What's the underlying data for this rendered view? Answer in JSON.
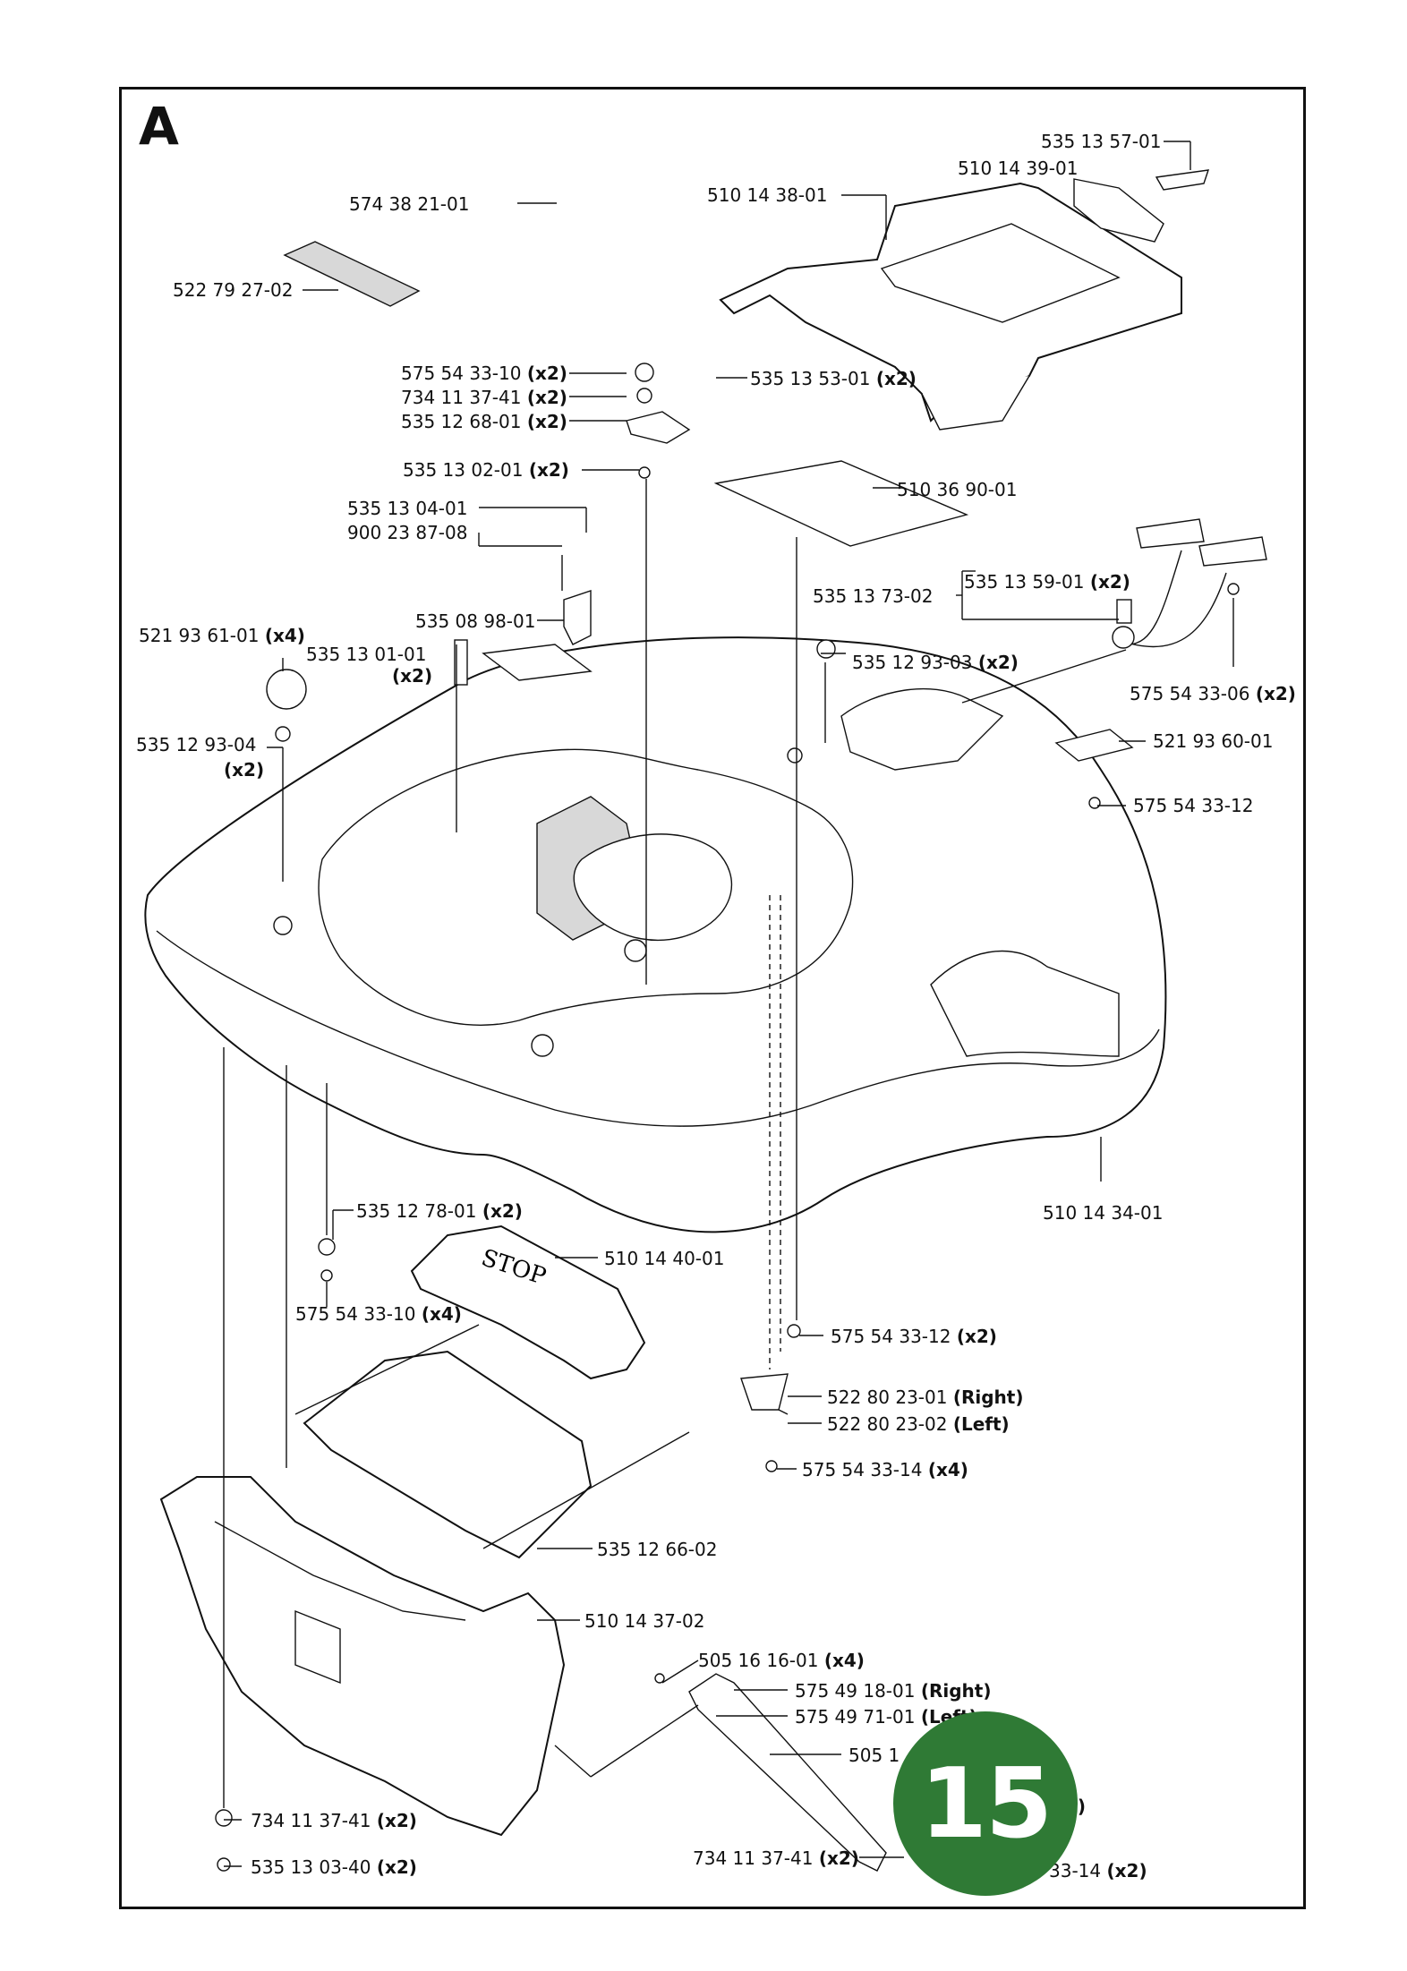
{
  "section": "A",
  "page_number": "15",
  "stop_text": "STOP",
  "labels": [
    {
      "id": "p1",
      "part": "535 13 57-01",
      "qty": ""
    },
    {
      "id": "p2",
      "part": "510 14 39-01",
      "qty": ""
    },
    {
      "id": "p3",
      "part": "574 38 21-01",
      "qty": ""
    },
    {
      "id": "p4",
      "part": "510 14 38-01",
      "qty": ""
    },
    {
      "id": "p5",
      "part": "522 79 27-02",
      "qty": ""
    },
    {
      "id": "p6",
      "part": "575 54 33-10",
      "qty": "(x2)"
    },
    {
      "id": "p7",
      "part": "734 11 37-41",
      "qty": "(x2)"
    },
    {
      "id": "p8",
      "part": "535 12 68-01",
      "qty": "(x2)"
    },
    {
      "id": "p9",
      "part": "535 13 53-01",
      "qty": "(x2)"
    },
    {
      "id": "p10",
      "part": "535 13 02-01",
      "qty": "(x2)"
    },
    {
      "id": "p11",
      "part": "510 36 90-01",
      "qty": ""
    },
    {
      "id": "p12",
      "part": "535 13 04-01",
      "qty": ""
    },
    {
      "id": "p13",
      "part": "900 23 87-08",
      "qty": ""
    },
    {
      "id": "p14",
      "part": "535 13 59-01",
      "qty": "(x2)"
    },
    {
      "id": "p15",
      "part": "535 13 73-02",
      "qty": ""
    },
    {
      "id": "p16",
      "part": "535 08 98-01",
      "qty": ""
    },
    {
      "id": "p17",
      "part": "521 93 61-01",
      "qty": "(x4)"
    },
    {
      "id": "p18",
      "part": "535 13 01-01",
      "qty": ""
    },
    {
      "id": "p18q",
      "part": "",
      "qty": "(x2)"
    },
    {
      "id": "p19",
      "part": "535 12 93-03",
      "qty": "(x2)"
    },
    {
      "id": "p20",
      "part": "575 54 33-06",
      "qty": "(x2)"
    },
    {
      "id": "p21",
      "part": "535 12 93-04",
      "qty": ""
    },
    {
      "id": "p21q",
      "part": "",
      "qty": "(x2)"
    },
    {
      "id": "p22",
      "part": "521 93 60-01",
      "qty": ""
    },
    {
      "id": "p23",
      "part": "575 54 33-12",
      "qty": ""
    },
    {
      "id": "p24",
      "part": "510 14 34-01",
      "qty": ""
    },
    {
      "id": "p25",
      "part": "535 12 78-01",
      "qty": "(x2)"
    },
    {
      "id": "p26",
      "part": "510 14 40-01",
      "qty": ""
    },
    {
      "id": "p27",
      "part": "575 54 33-10",
      "qty": "(x4)"
    },
    {
      "id": "p28",
      "part": "575 54 33-12",
      "qty": "(x2)"
    },
    {
      "id": "p29",
      "part": "522 80 23-01",
      "qty": "(Right)"
    },
    {
      "id": "p30",
      "part": "522 80 23-02",
      "qty": "(Left)"
    },
    {
      "id": "p31",
      "part": "575 54 33-14",
      "qty": "(x4)"
    },
    {
      "id": "p32",
      "part": "535 12 66-02",
      "qty": ""
    },
    {
      "id": "p33",
      "part": "510 14 37-02",
      "qty": ""
    },
    {
      "id": "p34",
      "part": "505 16 16-01",
      "qty": "(x4)"
    },
    {
      "id": "p35",
      "part": "575 49 18-01",
      "qty": "(Right)"
    },
    {
      "id": "p36",
      "part": "575 49 71-01",
      "qty": "(Left)"
    },
    {
      "id": "p37",
      "part": "505 1",
      "qty": ""
    },
    {
      "id": "p38",
      "part": "734 11 37-41",
      "qty": "(x2)"
    },
    {
      "id": "p39",
      "part": "",
      "qty": "2)"
    },
    {
      "id": "p40",
      "part": "535 13 03-40",
      "qty": "(x2)"
    },
    {
      "id": "p41",
      "part": "734 11 37-41",
      "qty": "(x2)"
    },
    {
      "id": "p42",
      "part": "33-14",
      "qty": "(x2)"
    }
  ]
}
